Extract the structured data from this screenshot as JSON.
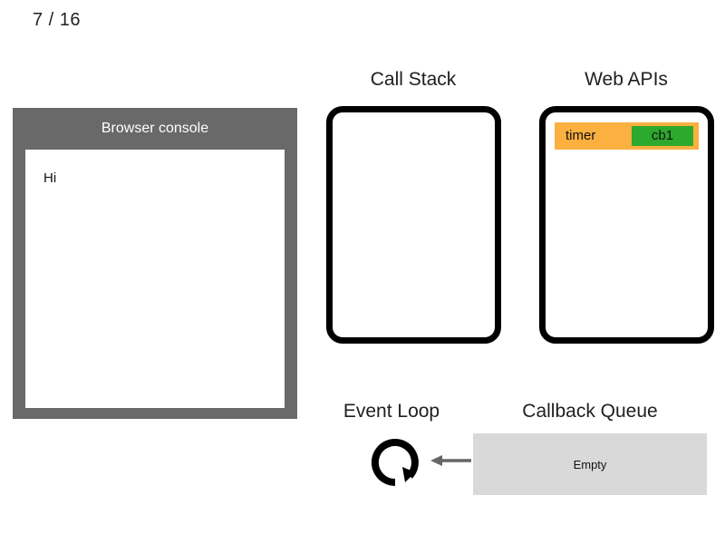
{
  "slide": {
    "counter": "7 / 16"
  },
  "console_panel": {
    "title": "Browser console",
    "lines": [
      "Hi"
    ]
  },
  "call_stack": {
    "title": "Call Stack",
    "frames": []
  },
  "web_apis": {
    "title": "Web APIs",
    "items": [
      {
        "label": "timer",
        "callback": "cb1"
      }
    ]
  },
  "event_loop": {
    "title": "Event Loop",
    "icon": "circular-arrow-icon",
    "arrow_icon": "arrow-left-icon"
  },
  "callback_queue": {
    "title": "Callback Queue",
    "empty_label": "Empty",
    "items": []
  },
  "colors": {
    "console_frame": "#696969",
    "console_background": "#ffffff",
    "box_border": "#000000",
    "web_api_item": "#fbb040",
    "web_api_callback": "#2da92d",
    "callback_queue": "#d9d9d9",
    "arrow": "#666666",
    "text": "#111111"
  }
}
